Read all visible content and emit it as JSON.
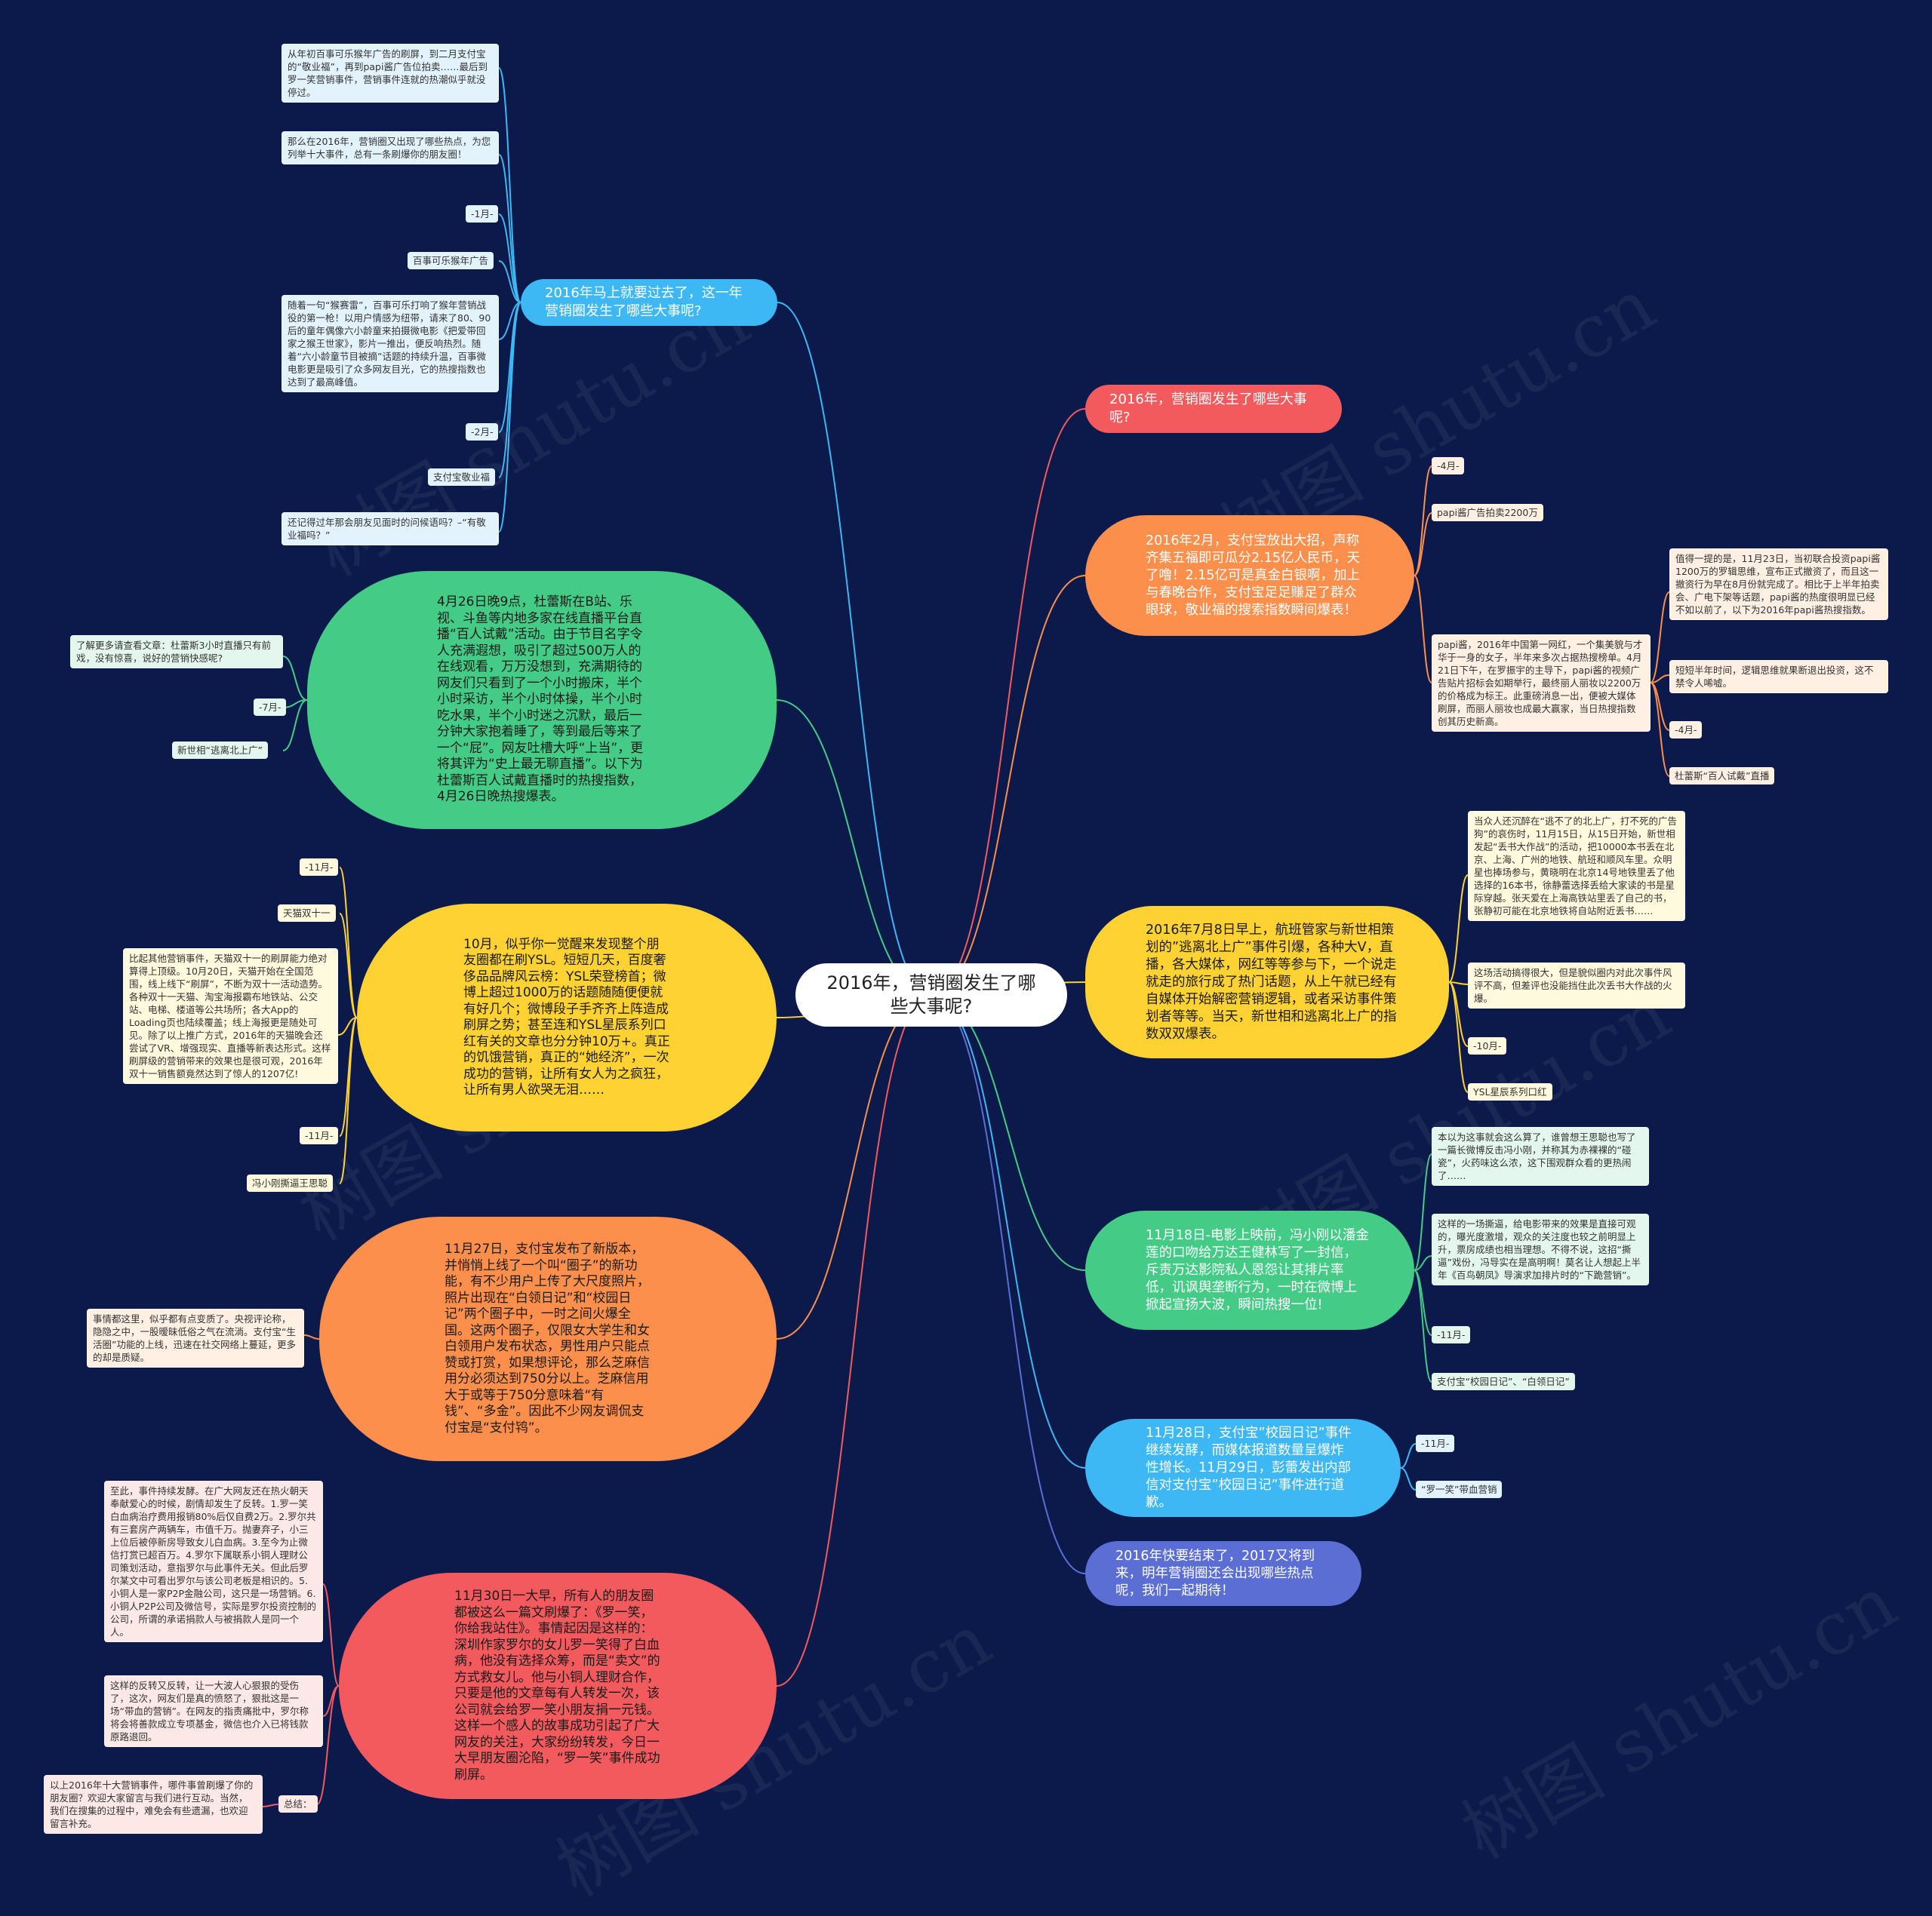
{
  "colors": {
    "background": "#0b1a4a",
    "blue": "#3db8f5",
    "red": "#f25a5e",
    "orange": "#fd8f4c",
    "green": "#44cc87",
    "yellow": "#fed233",
    "purple": "#5b6ed4"
  },
  "watermark": "树图 shutu.cn",
  "root": "2016年，营销圈发生了哪些大事呢?",
  "left": {
    "blue": {
      "label": "2016年马上就要过去了，这一年营销圈发生了哪些大事呢?",
      "items": [
        "从年初百事可乐猴年广告的刷屏，到二月支付宝的“敬业福”，再到papi酱广告位拍卖……最后到罗一笑营销事件，营销事件连就的热潮似乎就没停过。",
        "那么在2016年，营销圈又出现了哪些热点，为您列举十大事件，总有一条刷爆你的朋友圈！",
        "-1月-",
        "百事可乐猴年广告",
        "随着一句“猴赛雷”，百事可乐打响了猴年营销战役的第一枪！以用户情感为纽带，请来了80、90后的童年偶像六小龄童来拍摄微电影《把爱带回家之猴王世家》，影片一推出，便反响热烈。随着“六小龄童节目被摘”话题的持续升温，百事微电影更是吸引了众多网友目光，它的热搜指数也达到了最高峰值。",
        "-2月-",
        "支付宝敬业福",
        "还记得过年那会朋友见面时的问候语吗？–“有敬业福吗？”"
      ]
    },
    "green": {
      "label": "4月26日晚9点，杜蕾斯在B站、乐视、斗鱼等内地多家在线直播平台直播“百人试戴”活动。由于节目名字令人充满遐想，吸引了超过500万人的在线观看，万万没想到，充满期待的网友们只看到了一个小时搬床，半个小时采访，半个小时体操，半个小时吃水果，半个小时迷之沉默，最后一分钟大家抱着睡了，等到最后等来了一个“屁”。网友吐槽大呼“上当”，更将其评为“史上最无聊直播”。以下为杜蕾斯百人试戴直播时的热搜指数，4月26日晚热搜爆表。",
      "items": [
        "了解更多请查看文章：杜蕾斯3小时直播只有前戏，没有惊喜，说好的营销快感呢?",
        "-7月-",
        "新世相“逃离北上广”"
      ]
    },
    "yellow": {
      "label": "10月，似乎你一觉醒来发现整个朋友圈都在刷YSL。短短几天，百度奢侈品品牌风云榜：YSL荣登榜首；微博上超过1000万的话题随随便便就有好几个；微博段子手齐齐上阵造成刷屏之势；甚至连和YSL星辰系列口红有关的文章也分分钟10万+。真正的饥饿营销，真正的“她经济”，一次成功的营销，让所有女人为之疯狂，让所有男人欲哭无泪……",
      "items": [
        "-11月-",
        "天猫双十一",
        "比起其他营销事件，天猫双十一的刷屏能力绝对算得上顶级。10月20日，天猫开始在全国范围，线上线下“刷屏”，不断为双十一活动造势。各种双十一天猫、淘宝海报霸布地铁站、公交站、电梯、楼道等公共场所；各大App的Loading页也陆续覆盖；线上海报更是随处可见。除了以上推广方式，2016年的天猫晚会还尝试了VR、增强现实、直播等新表达形式。这样刷屏级的营销带来的效果也是很可观，2016年双十一销售额竟然达到了惊人的1207亿!",
        "-11月-",
        "冯小刚撕逼王思聪"
      ]
    },
    "orange": {
      "label": "11月27日，支付宝发布了新版本，并悄悄上线了一个叫“圈子”的新功能，有不少用户上传了大尺度照片，照片出现在“白领日记”和“校园日记”两个圈子中，一时之间火爆全国。这两个圈子，仅限女大学生和女白领用户发布状态，男性用户只能点赞或打赏，如果想评论，那么芝麻信用分必须达到750分以上。芝麻信用大于或等于750分意味着“有钱”、“多金”。因此不少网友调侃支付宝是“支付鸨”。",
      "items": [
        "事情都这里，似乎都有点变质了。央视评论称，隐隐之中，一股暧昧低俗之气在流淌。支付宝“生活圈”功能的上线，迅速在社交网络上蔓延，更多的却是质疑。"
      ]
    },
    "red": {
      "label": "11月30日一大早，所有人的朋友圈都被这么一篇文刷爆了：《罗一笑，你给我站住》。事情起因是这样的：深圳作家罗尔的女儿罗一笑得了白血病，他没有选择众筹，而是“卖文”的方式救女儿。他与小铜人理财合作，只要是他的文章每有人转发一次，该公司就会给罗一笑小朋友捐一元钱。这样一个感人的故事成功引起了广大网友的关注，大家纷纷转发，今日一大早朋友圈沦陷，“罗一笑”事件成功刷屏。",
      "items": [
        "至此，事件持续发酵。在广大网友还在热火朝天奉献爱心的时候，剧情却发生了反转。1.罗一笑白血病治疗费用报销80%后仅自费2万。2.罗尔共有三套房产两辆车，市值千万。抛妻弃子，小三上位后被停新房导致女儿白血病。3.至今为止微信打赏已超百万。4.罗尔下属联系小铜人理财公司策划活动，意指罗尔与此事件无关。但此后罗尔某文中可看出罗尔与该公司老板是相识的。5.小铜人是一家P2P金融公司，这只是一场营销。6.小铜人P2P公司及微信号，实际是罗尔投资控制的公司，所谓的承诺捐款人与被捐款人是同一个人。",
        "这样的反转又反转，让一大波人心狠狠的受伤了，这次，网友们是真的愤怒了，狠批这是一场“带血的营销”。在网友的指责痛批中，罗尔称将会将善款成立专项基金，微信也介入已将钱款原路退回。",
        "总结：",
        "以上2016年十大营销事件，哪件事曾刷爆了你的朋友圈？欢迎大家留言与我们进行互动。当然，我们在搜集的过程中，难免会有些遗漏，也欢迎留言补充。"
      ]
    }
  },
  "right": {
    "red": {
      "label": "2016年，营销圈发生了哪些大事呢?"
    },
    "orange": {
      "label": "2016年2月，支付宝放出大招，声称齐集五福即可瓜分2.15亿人民币，天了噜！2.15亿可是真金白银啊，加上与春晚合作，支付宝足足赚足了群众眼球，敬业福的搜索指数瞬间爆表！",
      "items": [
        "-4月-",
        "papi酱广告拍卖2200万",
        "papi酱，2016年中国第一网红，一个集美貌与才华于一身的女子，半年来多次占据热搜榜单。4月21日下午，在罗振宇的主导下，papi酱的视频广告贴片招标会如期举行，最终丽人丽妆以2200万的价格成为标王。此重磅消息一出，便被大媒体刷屏，而丽人丽妆也成最大赢家，当日热搜指数创其历史新高。"
      ],
      "sub": [
        "值得一提的是，11月23日，当初联合投资papi酱1200万的罗辑思维，宣布正式撤资了，而且这一撤资行为早在8月份就完成了。相比于上半年拍卖会、广电下架等话题，papi酱的热度很明显已经不如以前了，以下为2016年papi酱热搜指数。",
        "短短半年时间，逻辑思维就果断退出投资，这不禁令人唏嘘。",
        "-4月-",
        "杜蕾斯“百人试戴”直播"
      ]
    },
    "yellow": {
      "label": "2016年7月8日早上，航班管家与新世相策划的”逃离北上广”事件引爆，各种大V，直播，各大媒体，网红等等参与下，一个说走就走的旅行成了热门话题，从上午就已经有自媒体开始解密营销逻辑，或者采访事件策划者等等。当天，新世相和逃离北上广的指数双双爆表。",
      "items": [
        "当众人还沉醉在“逃不了的北上广，打不死的广告狗”的哀伤时，11月15日，从15日开始，新世相发起“丢书大作战”的活动，把10000本书丢在北京、上海、广州的地铁、航班和顺风车里。众明星也捧场参与，黄晓明在北京14号地铁里丢了他选择的16本书，徐静蕾选择丢给大家读的书是星际穿越。张天爱在上海高铁站里丢了自己的书，张静初可能在北京地铁将自站附近丢书……",
        "这场活动搞得很大，但是貌似圈内对此次事件风评不高，但差评也没能挡住此次丢书大作战的火爆。",
        "-10月-",
        "YSL星辰系列口红"
      ]
    },
    "green": {
      "label": "11月18日-电影上映前，冯小刚以潘金莲的口吻给万达王健林写了一封信，斥责万达影院私人恩怨让其排片率低，讥讽舆垄断行为，一时在微博上掀起宣扬大波，瞬间热搜一位!",
      "items": [
        "本以为这事就会这么算了，谁曾想王思聪也写了一篇长微博反击冯小刚，并称其为赤裸裸的“碰瓷”，火药味这么浓，这下围观群众看的更热闹了……",
        "这样的一场撕逼，给电影带来的效果是直接可观的，曝光度激增，观众的关注度也较之前明显上升，票房成绩也相当理想。不得不说，这招“撕逼”戏份，冯导实在是高明啊！莫名让人想起上半年《百鸟朝凤》导演求加排片时的“下跪营销”。",
        "-11月-",
        "支付宝“校园日记”、“白领日记”"
      ]
    },
    "blue": {
      "label": "11月28日，支付宝”校园日记”事件继续发酵，而媒体报道数量呈爆炸性增长。11月29日，彭蕾发出内部信对支付宝”校园日记”事件进行道歉。",
      "items": [
        "-11月-",
        "“罗一笑”带血营销"
      ]
    },
    "purple": {
      "label": "2016年快要结束了，2017又将到来，明年营销圈还会出现哪些热点呢，我们一起期待！"
    }
  }
}
